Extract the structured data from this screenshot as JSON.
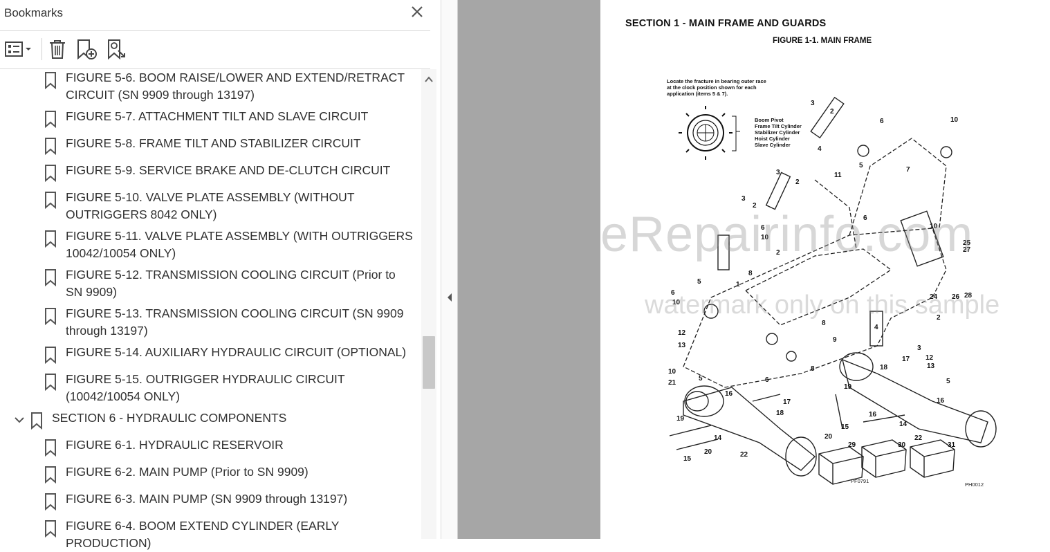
{
  "panel": {
    "title": "Bookmarks",
    "toolbar": {
      "options_icon": "list-options-icon",
      "delete_icon": "trash-icon",
      "new_bookmark_icon": "add-bookmark-icon",
      "find_bookmark_icon": "find-bookmark-icon"
    },
    "bookmarks": [
      {
        "label": "FIGURE 5-6. BOOM RAISE/LOWER AND EXTEND/RETRACT CIRCUIT (SN 9909 through 13197)",
        "level": 2
      },
      {
        "label": "FIGURE 5-7. ATTACHMENT TILT AND SLAVE CIRCUIT",
        "level": 2
      },
      {
        "label": "FIGURE 5-8. FRAME TILT AND STABILIZER CIRCUIT",
        "level": 2
      },
      {
        "label": "FIGURE 5-9. SERVICE BRAKE AND DE-CLUTCH CIRCUIT",
        "level": 2
      },
      {
        "label": "FIGURE 5-10. VALVE PLATE ASSEMBLY (WITHOUT OUTRIGGERS 8042 ONLY)",
        "level": 2
      },
      {
        "label": "FIGURE 5-11. VALVE PLATE ASSEMBLY (WITH OUTRIGGERS 10042/10054 ONLY)",
        "level": 2
      },
      {
        "label": "FIGURE 5-12. TRANSMISSION COOLING CIRCUIT (Prior to SN 9909)",
        "level": 2
      },
      {
        "label": "FIGURE 5-13. TRANSMISSION COOLING CIRCUIT (SN 9909 through 13197)",
        "level": 2
      },
      {
        "label": "FIGURE 5-14. AUXILIARY HYDRAULIC CIRCUIT (OPTIONAL)",
        "level": 2
      },
      {
        "label": "FIGURE 5-15. OUTRIGGER HYDRAULIC CIRCUIT (10042/10054 ONLY)",
        "level": 2
      },
      {
        "label": "SECTION 6 - HYDRAULIC COMPONENTS",
        "level": 1,
        "expanded": true
      },
      {
        "label": "FIGURE 6-1. HYDRAULIC RESERVOIR",
        "level": 2
      },
      {
        "label": "FIGURE 6-2. MAIN PUMP (Prior to SN 9909)",
        "level": 2
      },
      {
        "label": "FIGURE 6-3. MAIN PUMP (SN 9909 through 13197)",
        "level": 2
      },
      {
        "label": "FIGURE 6-4. BOOM EXTEND CYLINDER (EARLY PRODUCTION)",
        "level": 2
      }
    ]
  },
  "document": {
    "section_title": "SECTION 1 - MAIN FRAME AND GUARDS",
    "figure_title": "FIGURE 1-1. MAIN FRAME",
    "note": [
      "Locate the fracture in bearing outer race",
      "at the clock position shown for each",
      "application (items 5 & 7)."
    ],
    "legend": [
      "Boom Pivot",
      "Frame Tilt Cylinder",
      "Stabilizer Cylinder",
      "Hoist Cylinder",
      "Slave Cylinder"
    ],
    "code_left": "PF0791",
    "code_right": "PH0012",
    "watermark_main": "eRepairinfo.com",
    "watermark_sub": "watermark only on this sample"
  }
}
